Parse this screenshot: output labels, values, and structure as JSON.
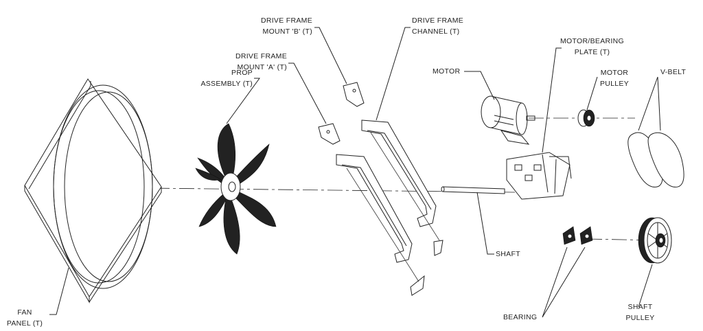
{
  "labels": {
    "mount_b": [
      "DRIVE FRAME",
      "MOUNT 'B' (T)"
    ],
    "channel": [
      "DRIVE FRAME",
      "CHANNEL (T)"
    ],
    "plate": [
      "MOTOR/BEARING",
      "PLATE (T)"
    ],
    "motor_pulley": [
      "MOTOR",
      "PULLEY"
    ],
    "v_belt": "V-BELT",
    "mount_a": [
      "DRIVE FRAME",
      "MOUNT 'A' (T)"
    ],
    "prop": [
      "PROP",
      "ASSEMBLY (T)"
    ],
    "motor": "MOTOR",
    "shaft": "SHAFT",
    "bearing": "BEARING",
    "shaft_pulley": [
      "SHAFT",
      "PULLEY"
    ],
    "fan_panel": [
      "FAN",
      "PANEL (T)"
    ]
  }
}
